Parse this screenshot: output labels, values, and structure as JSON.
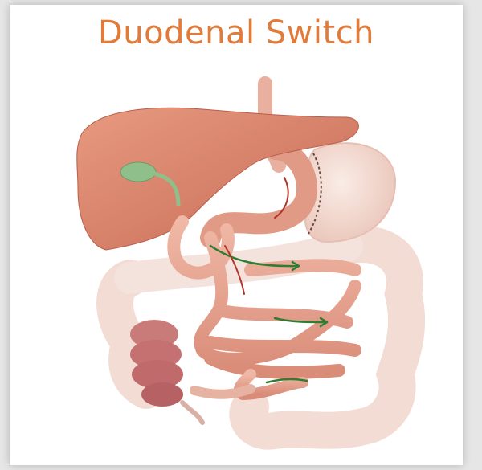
{
  "title": "Duodenal Switch",
  "colors": {
    "title": "#e07b3a",
    "liver": "#d9826a",
    "gallbladder": "#8fbf8a",
    "stomach_removed": "#f1d3c8",
    "intestine": "#e8a995",
    "colon": "#f1dad3",
    "flow_arrow": "#2e7d32",
    "bile_flow": "#b1342a"
  },
  "icons": [
    "liver",
    "gallbladder",
    "esophagus",
    "stomach-sleeve",
    "removed-stomach-portion",
    "small-intestine",
    "colon",
    "appendix",
    "flow-arrow"
  ]
}
